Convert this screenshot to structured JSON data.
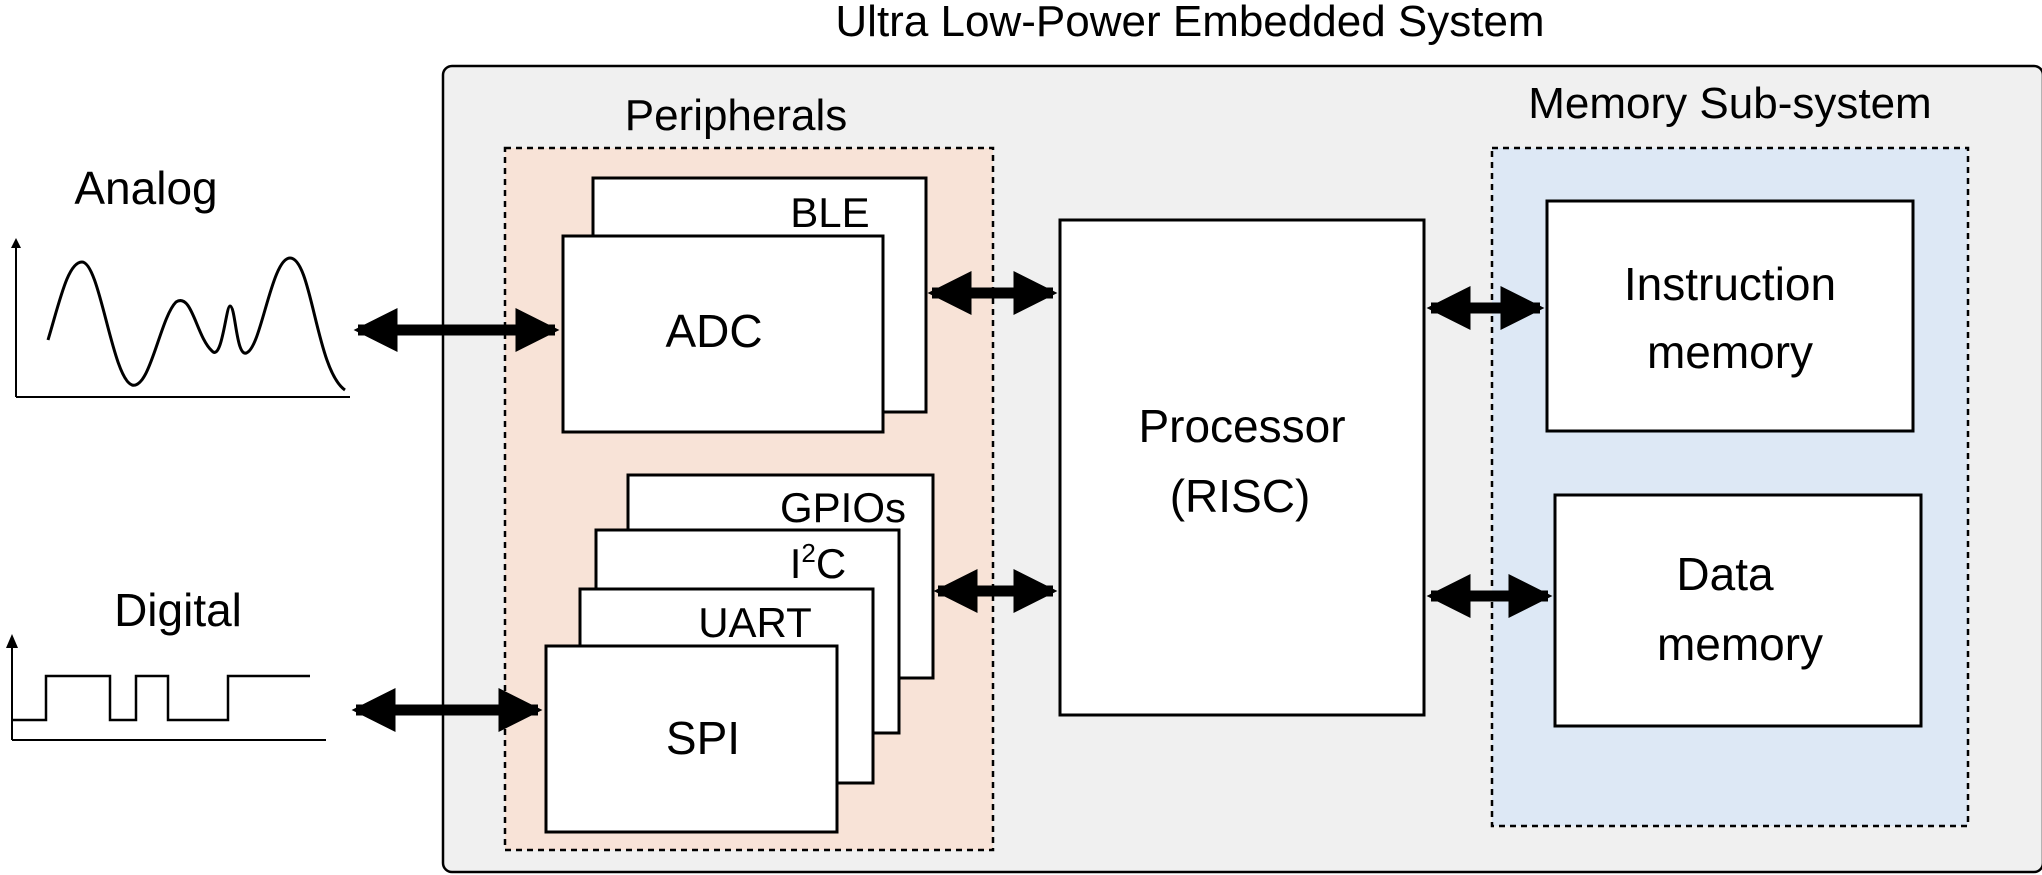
{
  "title": "Ultra Low-Power Embedded System",
  "inputs": {
    "analog": "Analog",
    "digital": "Digital"
  },
  "peripherals": {
    "title": "Peripherals",
    "ble": "BLE",
    "adc": "ADC",
    "gpios": "GPIOs",
    "i2c_base": "I",
    "i2c_sup": "2",
    "i2c_tail": "C",
    "uart": "UART",
    "spi": "SPI"
  },
  "processor": {
    "line1": "Processor",
    "line2": "(RISC)"
  },
  "memory": {
    "title": "Memory Sub-system",
    "instruction_line1": "Instruction",
    "instruction_line2": "memory",
    "data_line1": "Data",
    "data_line2": "memory"
  },
  "colors": {
    "system_bg": "#f0f0f0",
    "peripherals_bg": "#f8e3d7",
    "memory_bg": "#dde8f5",
    "box_bg": "#ffffff",
    "stroke": "#000000"
  }
}
